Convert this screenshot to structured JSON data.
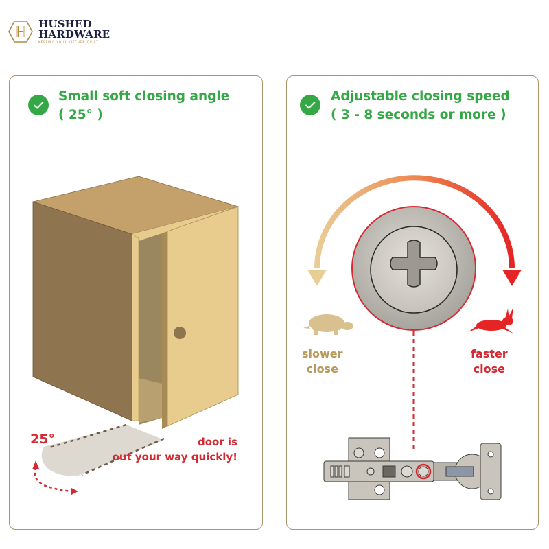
{
  "brand": {
    "name_line1": "HUSHED",
    "name_line2": "HARDWARE",
    "tagline": "KEEPING YOUR KITCHEN QUIET",
    "logo_icon": "hexagon-h-logo-icon",
    "colors": {
      "navy": "#1c2140",
      "gold": "#b08a45"
    }
  },
  "panels": [
    {
      "title_line1": "Small soft closing angle",
      "title_line2": "( 25° )",
      "icon": "check-circle-icon",
      "angle_label": "25°",
      "caption_line1": "door is",
      "caption_line2": "out your way quickly!",
      "illustration": "open-cabinet-illustration"
    },
    {
      "title_line1": "Adjustable closing speed",
      "title_line2": "( 3 - 8 seconds or more )",
      "icon": "check-circle-icon",
      "slow_line1": "slower",
      "slow_line2": "close",
      "fast_line1": "faster",
      "fast_line2": "close",
      "illustration": "adjustment-screw-and-hinge-illustration"
    }
  ],
  "colors": {
    "green": "#34a845",
    "red": "#d42a33",
    "tan": "#b69a5e",
    "border": "#a8936a"
  }
}
